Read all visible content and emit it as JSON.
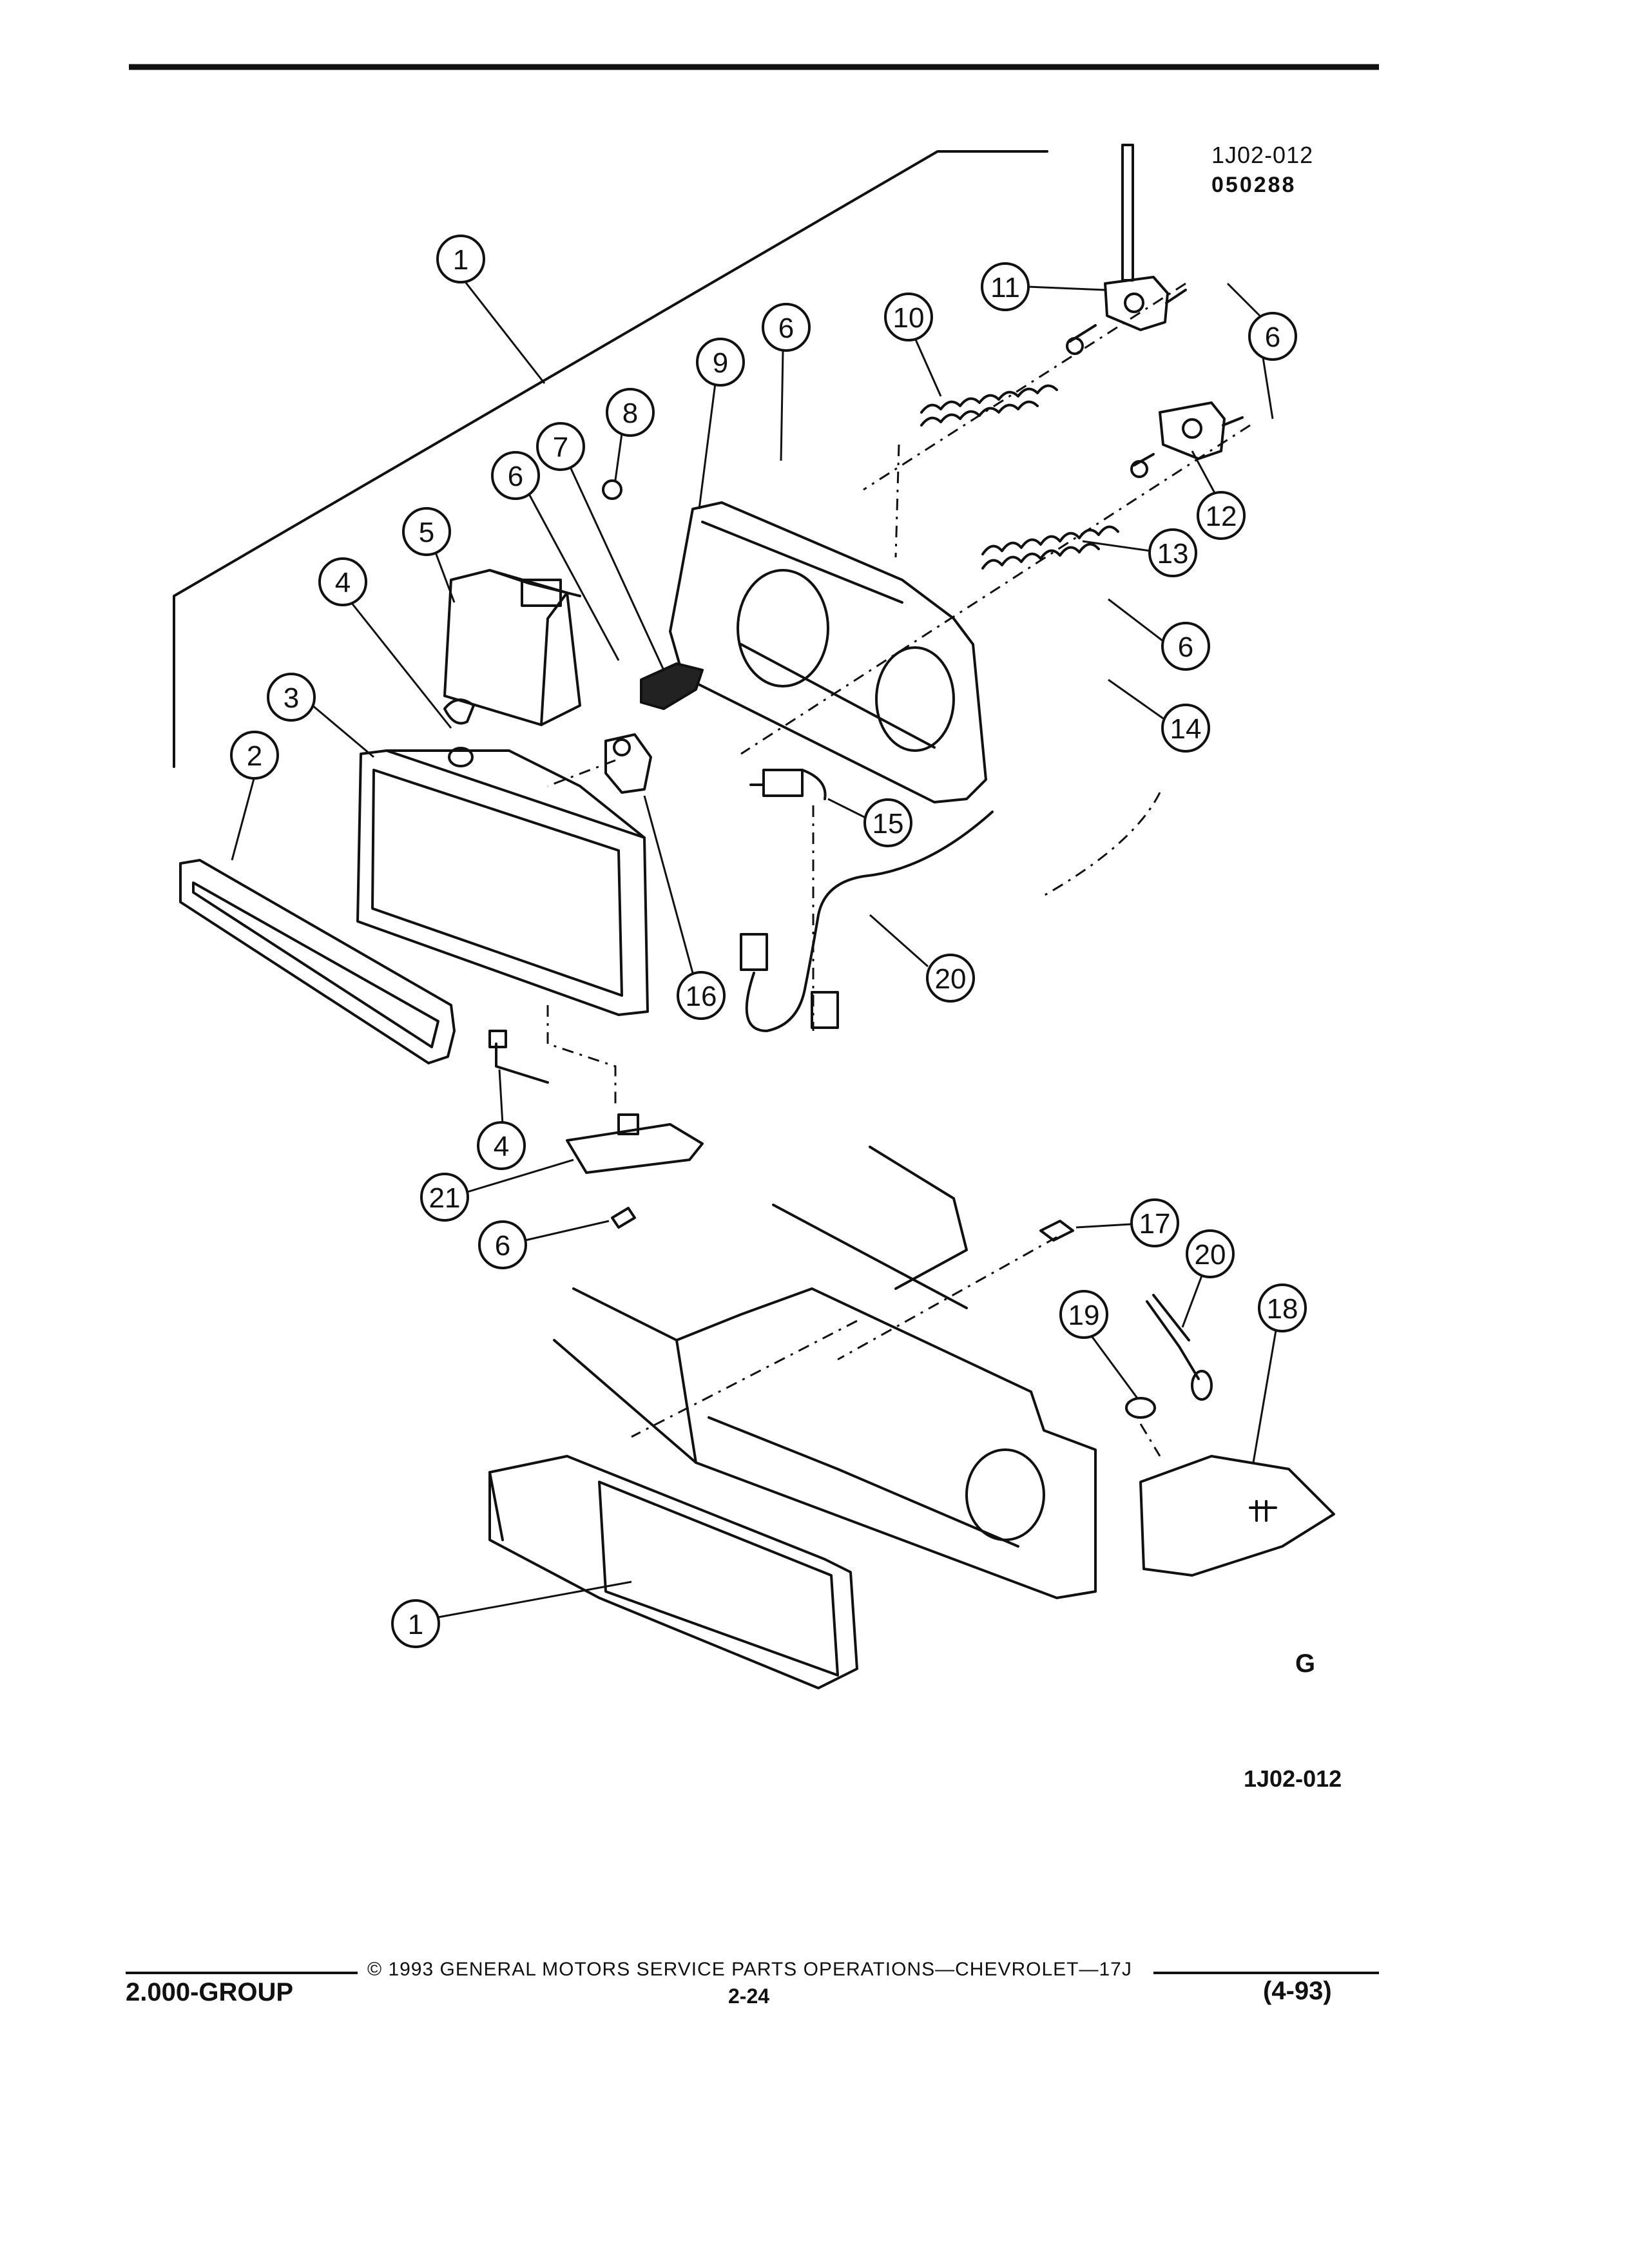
{
  "figure": {
    "reference_top": "1J02-012",
    "code_top": "050288",
    "reference_bottom": "1J02-012",
    "mark": "G"
  },
  "callouts": [
    {
      "label": "1"
    },
    {
      "label": "2"
    },
    {
      "label": "3"
    },
    {
      "label": "4"
    },
    {
      "label": "5"
    },
    {
      "label": "6"
    },
    {
      "label": "7"
    },
    {
      "label": "8"
    },
    {
      "label": "9"
    },
    {
      "label": "10"
    },
    {
      "label": "11"
    },
    {
      "label": "6"
    },
    {
      "label": "6"
    },
    {
      "label": "12"
    },
    {
      "label": "13"
    },
    {
      "label": "6"
    },
    {
      "label": "14"
    },
    {
      "label": "15"
    },
    {
      "label": "16"
    },
    {
      "label": "20"
    },
    {
      "label": "4"
    },
    {
      "label": "21"
    },
    {
      "label": "6"
    },
    {
      "label": "17"
    },
    {
      "label": "20"
    },
    {
      "label": "19"
    },
    {
      "label": "18"
    },
    {
      "label": "1"
    }
  ],
  "footer": {
    "copyright": "© 1993 GENERAL MOTORS SERVICE PARTS OPERATIONS—CHEVROLET—17J",
    "group": "2.000-GROUP",
    "page": "2-24",
    "date": "(4-93)"
  }
}
